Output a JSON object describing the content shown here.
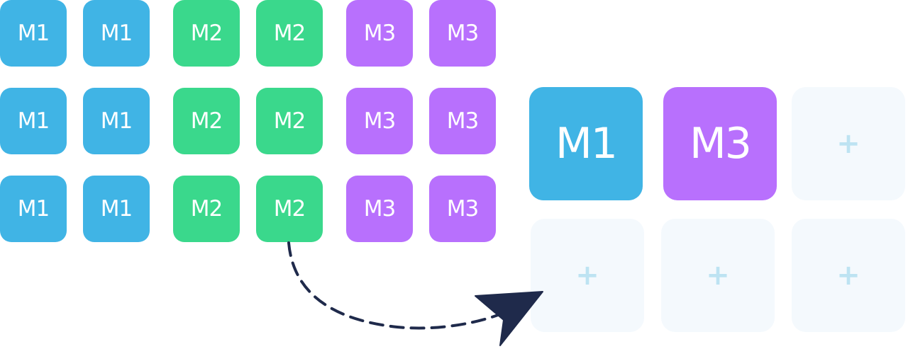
{
  "colors": {
    "m1": "#40b4e5",
    "m2": "#3ad88c",
    "m3": "#b870fd",
    "empty_slot": "#f4f9fd",
    "plus": "#bde3f2",
    "arrow": "#1f2a4b"
  },
  "source_grid": {
    "rows": [
      {
        "tiles": [
          {
            "label": "M1",
            "kind": "m1"
          },
          {
            "label": "M1",
            "kind": "m1"
          },
          {
            "label": "M2",
            "kind": "m2"
          },
          {
            "label": "M2",
            "kind": "m2"
          },
          {
            "label": "M3",
            "kind": "m3"
          },
          {
            "label": "M3",
            "kind": "m3"
          }
        ]
      },
      {
        "tiles": [
          {
            "label": "M1",
            "kind": "m1"
          },
          {
            "label": "M1",
            "kind": "m1"
          },
          {
            "label": "M2",
            "kind": "m2"
          },
          {
            "label": "M2",
            "kind": "m2"
          },
          {
            "label": "M3",
            "kind": "m3"
          },
          {
            "label": "M3",
            "kind": "m3"
          }
        ]
      },
      {
        "tiles": [
          {
            "label": "M1",
            "kind": "m1"
          },
          {
            "label": "M1",
            "kind": "m1"
          },
          {
            "label": "M2",
            "kind": "m2"
          },
          {
            "label": "M2",
            "kind": "m2"
          },
          {
            "label": "M3",
            "kind": "m3"
          },
          {
            "label": "M3",
            "kind": "m3"
          }
        ]
      }
    ]
  },
  "target_grid": {
    "slots": [
      {
        "label": "M1",
        "kind": "m1"
      },
      {
        "label": "M3",
        "kind": "m3"
      },
      {
        "label": "+",
        "kind": "empty"
      },
      {
        "label": "+",
        "kind": "empty"
      },
      {
        "label": "+",
        "kind": "empty"
      },
      {
        "label": "+",
        "kind": "empty"
      }
    ]
  }
}
